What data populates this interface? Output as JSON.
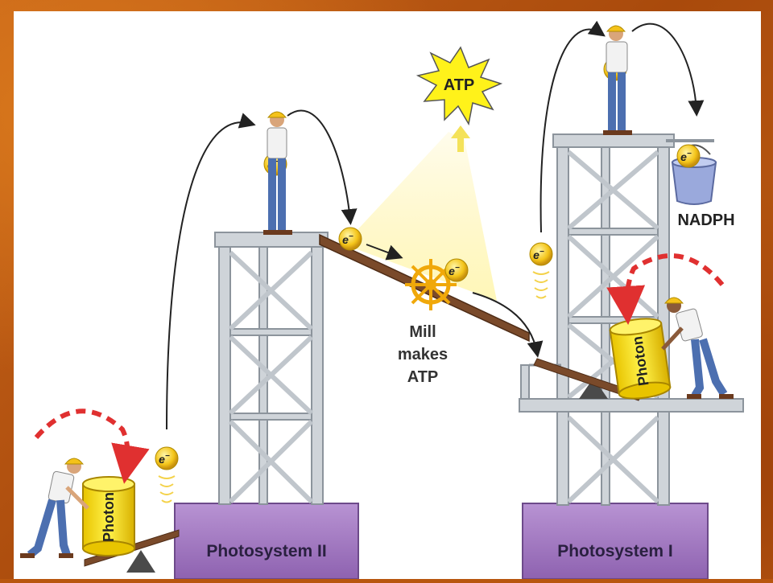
{
  "labels": {
    "atp_burst": "ATP",
    "mill_line1": "Mill",
    "mill_line2": "makes",
    "mill_line3": "ATP",
    "nadph": "NADPH",
    "ps2": "Photosystem II",
    "ps1": "Photosystem I",
    "photon": "Photon",
    "electron": "e"
  },
  "colors": {
    "background": "#b8560f",
    "panel": "#ffffff",
    "tower": "#c9ced3",
    "base": "#a77ec4",
    "ramp": "#7a4a2a",
    "electron": "#f6d21c",
    "photon": "#f7e11c",
    "arrow_dashed": "#e03030",
    "burst": "#fff21a",
    "bucket": "#9aa9dc"
  },
  "icons": [
    "electron-icon",
    "photon-canister-icon",
    "mill-wheel-icon",
    "worker-icon",
    "bucket-icon",
    "atp-burst-icon"
  ]
}
